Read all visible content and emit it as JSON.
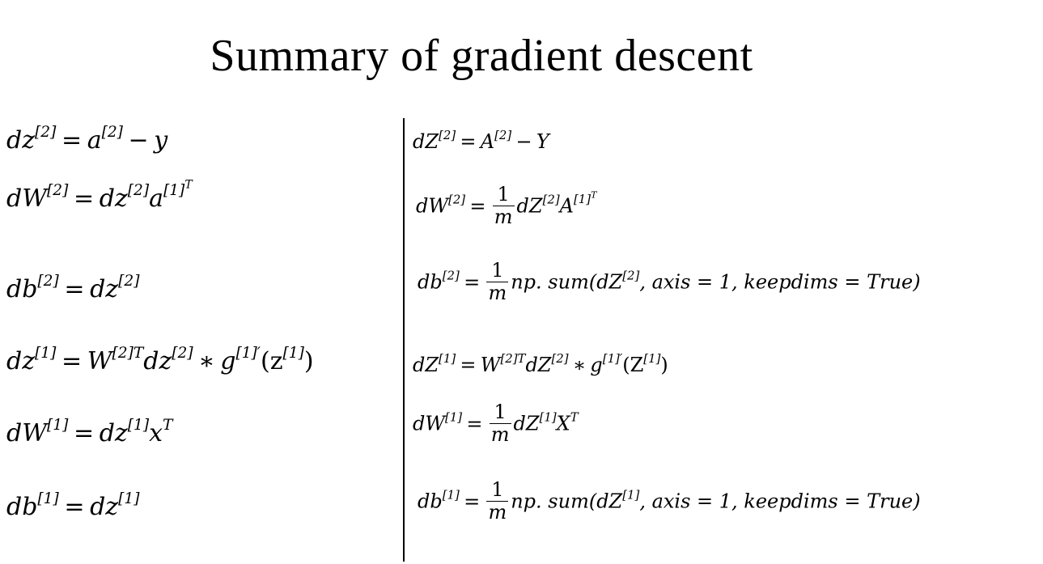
{
  "title": "Summary of gradient descent",
  "fraction": {
    "numerator": "1",
    "denominator": "m"
  },
  "left": [
    {
      "dz2": "dz",
      "dz2_sup": "[2]",
      "eq": "=",
      "a2": "a",
      "a2_sup": "[2]",
      "minus": "−",
      "y": "y"
    },
    {
      "dW2": "dW",
      "dW2_sup": "[2]",
      "eq": "=",
      "dz2": "dz",
      "dz2_sup": "[2]",
      "a1": "a",
      "a1_sup": "[1]",
      "T": "T"
    },
    {
      "db2": "db",
      "db2_sup": "[2]",
      "eq": "=",
      "dz2": "dz",
      "dz2_sup": "[2]"
    },
    {
      "dz1": "dz",
      "dz1_sup": "[1]",
      "eq": "=",
      "W2": "W",
      "W2_sup": "[2]T",
      "dz2": "dz",
      "dz2_sup": "[2]",
      "star": "∗",
      "g": "g",
      "g_sup": "[1]′",
      "open": "(",
      "z": "z",
      "z_sup": "[1]",
      "close": ")"
    },
    {
      "dW1": "dW",
      "dW1_sup": "[1]",
      "eq": "=",
      "dz1": "dz",
      "dz1_sup": "[1]",
      "x": "x",
      "x_sup": "T"
    },
    {
      "db1": "db",
      "db1_sup": "[1]",
      "eq": "=",
      "dz1": "dz",
      "dz1_sup": "[1]"
    }
  ],
  "right": [
    {
      "dZ2": "dZ",
      "dZ2_sup": "[2]",
      "eq": "=",
      "A2": "A",
      "A2_sup": "[2]",
      "minus": "−",
      "Y": "Y"
    },
    {
      "dW2": "dW",
      "dW2_sup": "[2]",
      "eq": "=",
      "dZ2": "dZ",
      "dZ2_sup": "[2]",
      "A1": "A",
      "A1_sup": "[1]",
      "T": "T"
    },
    {
      "db2": "db",
      "db2_sup": "[2]",
      "eq": "=",
      "fn": "np. sum(dZ",
      "fn_sup": "[2]",
      "args": ", axis = 1, keepdims = True)"
    },
    {
      "dZ1": "dZ",
      "dZ1_sup": "[1]",
      "eq": "=",
      "W2": "W",
      "W2_sup": "[2]T",
      "dZ2": "dZ",
      "dZ2_sup": "[2]",
      "star": "∗",
      "g": "g",
      "g_sup": "[1]′",
      "open": "(",
      "Z": "Z",
      "Z_sup": "[1]",
      "close": ")"
    },
    {
      "dW1": "dW",
      "dW1_sup": "[1]",
      "eq": "=",
      "dZ1": "dZ",
      "dZ1_sup": "[1]",
      "X": "X",
      "X_sup": "T"
    },
    {
      "db1": "db",
      "db1_sup": "[1]",
      "eq": "=",
      "fn": "np. sum(dZ",
      "fn_sup": "[1]",
      "args": ", axis = 1, keepdims = True)"
    }
  ]
}
